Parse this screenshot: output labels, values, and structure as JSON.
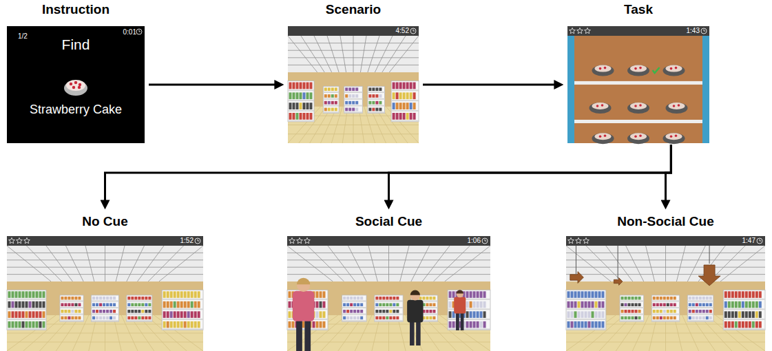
{
  "diagram": {
    "nodes": [
      {
        "text": [
          "Instruction"
        ]
      },
      {
        "text": [
          "Scenario"
        ]
      },
      {
        "text": [
          "Task"
        ]
      },
      {
        "text": [
          "No Cue"
        ]
      },
      {
        "text": [
          "Social Cue"
        ]
      },
      {
        "text": [
          "Non-Social Cue"
        ]
      }
    ],
    "edges": [
      {
        "from": 0,
        "to": 1,
        "arrow": "to"
      },
      {
        "from": 1,
        "to": 2,
        "arrow": "to"
      },
      {
        "from": 2,
        "to": 3,
        "arrow": "to"
      },
      {
        "from": 2,
        "to": 4,
        "arrow": "to"
      },
      {
        "from": 2,
        "to": 5,
        "arrow": "to"
      }
    ],
    "labels": [
      "1/2",
      "0:01",
      "Find",
      "Strawberry Cake",
      "4:52",
      "1:43",
      "1:52",
      "1:06",
      "1:47"
    ]
  }
}
